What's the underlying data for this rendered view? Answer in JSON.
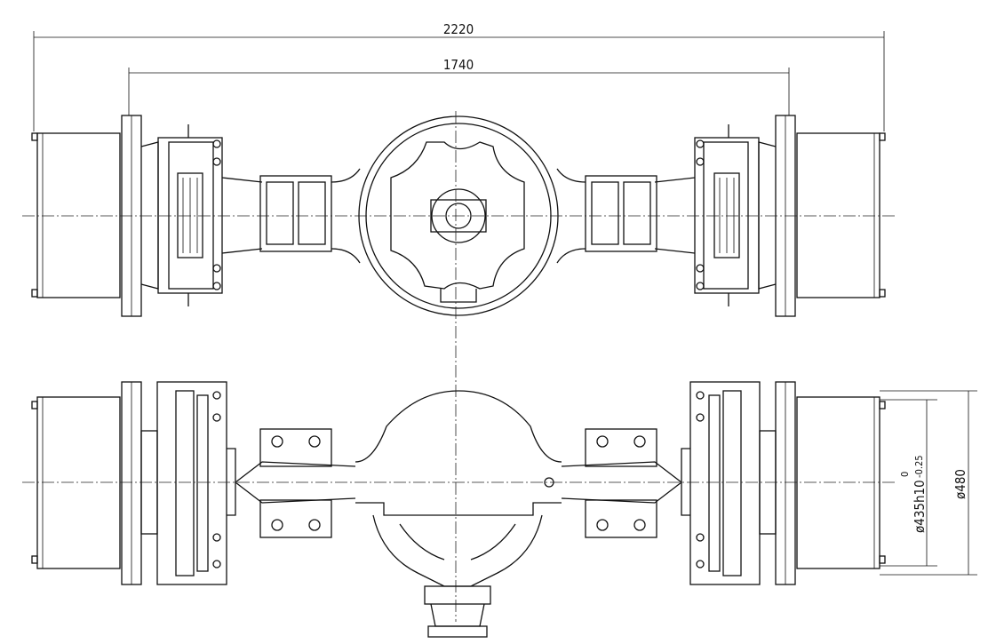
{
  "drawing": {
    "overall_width": "2220",
    "track_width": "1740",
    "drum_fit_diameter": "ø435h10",
    "drum_fit_upper_tol": "0",
    "drum_fit_lower_tol": "-0.25",
    "drum_outer_diameter": "ø480"
  }
}
